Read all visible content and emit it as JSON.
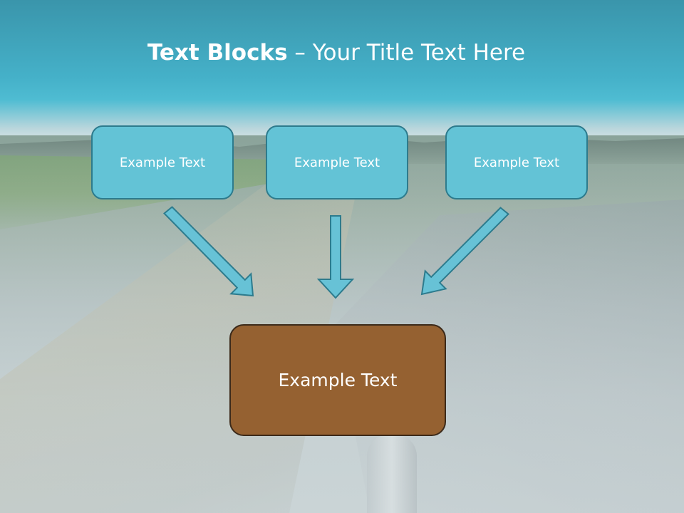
{
  "title": {
    "bold": "Text Blocks",
    "rest": " – Your Title Text Here"
  },
  "blocks": [
    {
      "label": "Example Text"
    },
    {
      "label": "Example Text"
    },
    {
      "label": "Example Text"
    }
  ],
  "main_block": {
    "label": "Example Text"
  },
  "colors": {
    "block_fill": "#63c3d6",
    "block_border": "#2d7b8d",
    "main_fill": "#956131",
    "main_border": "#3c2a1a",
    "arrow_fill": "#67c2d6"
  }
}
